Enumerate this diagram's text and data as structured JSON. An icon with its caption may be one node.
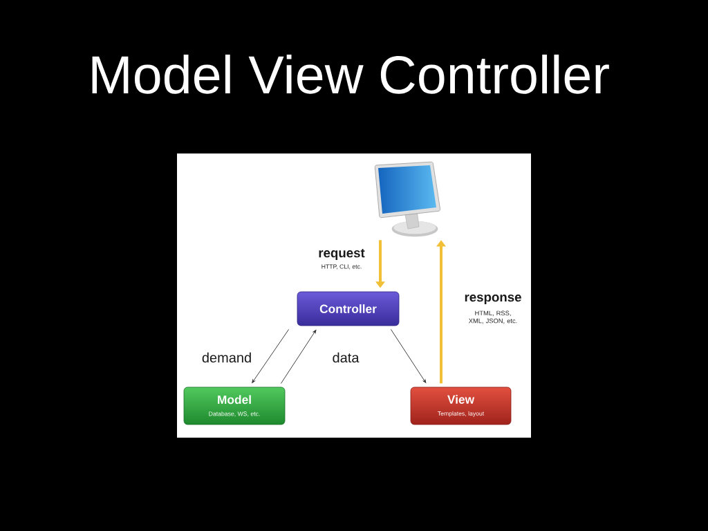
{
  "diagram": {
    "title": "Model View Controller",
    "nodes": [
      {
        "text": [],
        "shape": "picture"
      },
      {
        "text": [
          "Controller"
        ]
      },
      {
        "text": [
          "Model",
          "Database, WS, etc."
        ]
      },
      {
        "text": [
          "View",
          "Templates, layout"
        ]
      }
    ],
    "edges": [
      {
        "from": 0,
        "to": 1,
        "arrow": "to",
        "label": "request",
        "style": "thick",
        "color": "#f2c037"
      },
      {
        "from": 1,
        "to": 2,
        "arrow": "to",
        "label": "demand"
      },
      {
        "from": 2,
        "to": 1,
        "arrow": "to",
        "label": "data"
      },
      {
        "from": 1,
        "to": 3,
        "arrow": "to"
      },
      {
        "from": 3,
        "to": 0,
        "arrow": "to",
        "label": "response",
        "style": "thick",
        "color": "#f2c037"
      }
    ],
    "labels": [
      "HTTP, CLI, etc.",
      "HTML, RSS, XML, JSON, etc."
    ]
  }
}
